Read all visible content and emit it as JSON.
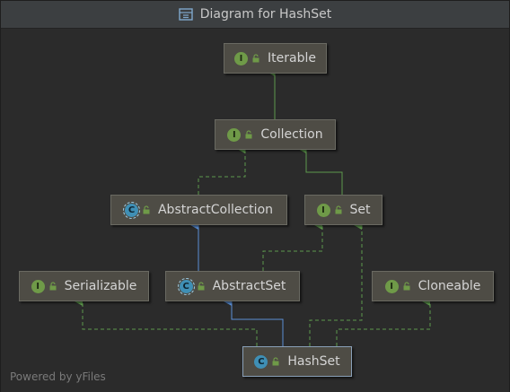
{
  "window": {
    "title": "Diagram for HashSet",
    "title_icon": "diagram-icon"
  },
  "nodes": {
    "iterable": {
      "label": "Iterable",
      "kind": "interface"
    },
    "collection": {
      "label": "Collection",
      "kind": "interface"
    },
    "abstract_collection": {
      "label": "AbstractCollection",
      "kind": "abstract-class"
    },
    "set": {
      "label": "Set",
      "kind": "interface"
    },
    "serializable": {
      "label": "Serializable",
      "kind": "interface"
    },
    "abstract_set": {
      "label": "AbstractSet",
      "kind": "abstract-class"
    },
    "cloneable": {
      "label": "Cloneable",
      "kind": "interface"
    },
    "hashset": {
      "label": "HashSet",
      "kind": "class"
    }
  },
  "badges": {
    "interface": "I",
    "class": "C"
  },
  "colors": {
    "implements_edge": "#5e9a4c",
    "extends_edge": "#5b8fd6",
    "node_bg": "#4e4c45",
    "background": "#2b2b2b"
  },
  "footer": "Powered by yFiles"
}
